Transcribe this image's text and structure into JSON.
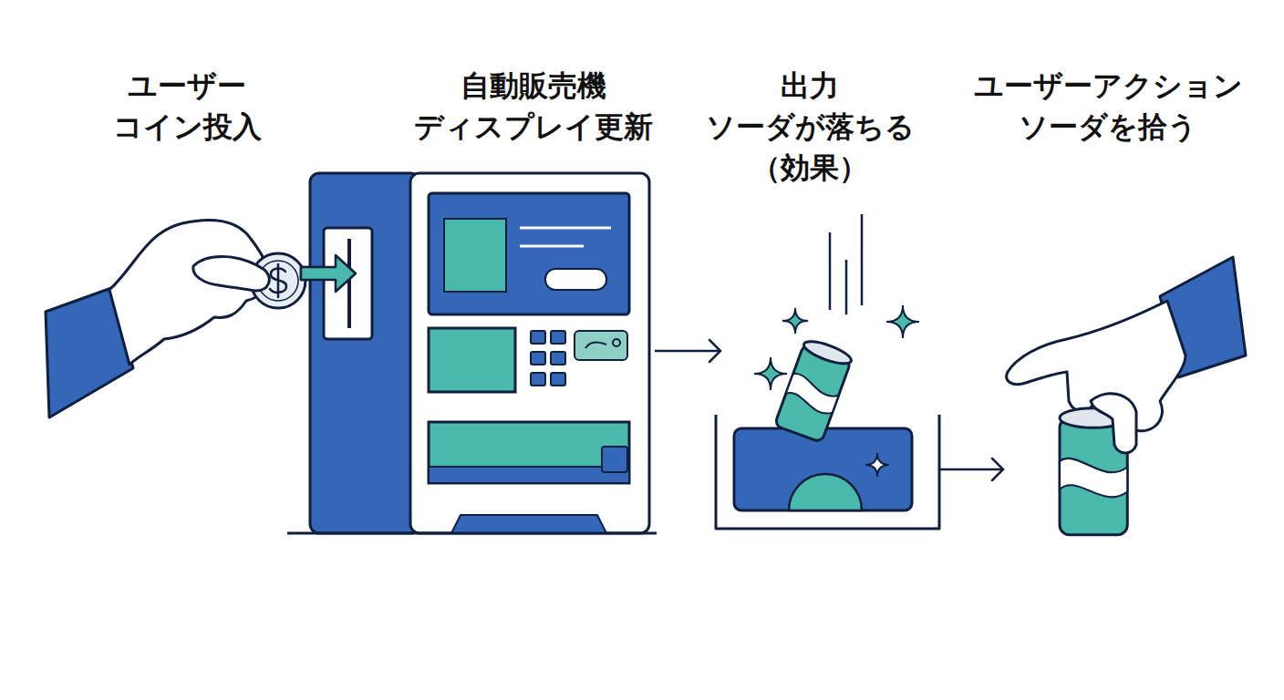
{
  "diagram": {
    "nodes": [
      {
        "text": [
          "ユーザー コイン投入"
        ]
      },
      {
        "text": [
          "自動販売機 ディスプレイ更新"
        ]
      },
      {
        "text": [
          "出力 ソーダが落ちる （効果）"
        ]
      },
      {
        "text": [
          "ユーザーアクション ソーダを拾う"
        ]
      }
    ],
    "edges": [
      {
        "from": 1,
        "to": 2,
        "arrow": "to"
      },
      {
        "from": 2,
        "to": 3,
        "arrow": "to"
      }
    ]
  }
}
